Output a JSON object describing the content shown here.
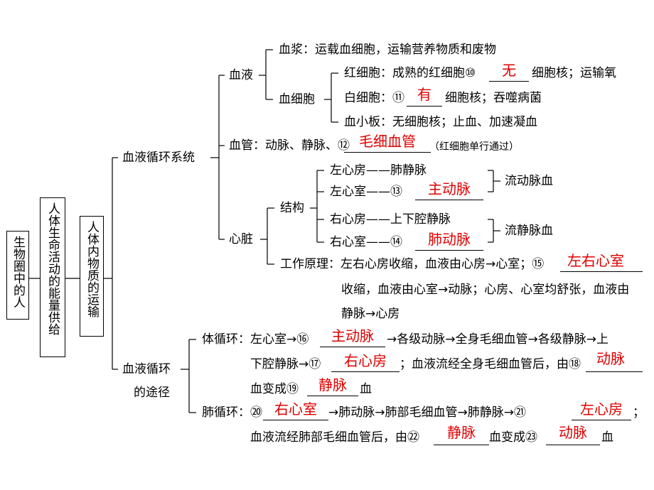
{
  "boxes": {
    "b1": "生物圈中的人",
    "b2": "人体生命活动的能量供给",
    "b3": "人体内物质的运输"
  },
  "level1": {
    "system": "血液循环系统",
    "route_l1": "血液循环",
    "route_l2": "的途径"
  },
  "blood": {
    "label": "血液",
    "plasma": "血浆：运载血细胞，运输营养物质和废物",
    "cells_label": "血细胞",
    "rbc_pre": "红细胞：成熟的红细胞⑩",
    "rbc_ans": "无",
    "rbc_post": "细胞核；运输氧",
    "wbc_pre": "白细胞：⑪",
    "wbc_ans": "有",
    "wbc_post": "细胞核；吞噬病菌",
    "platelet": "血小板：无细胞核；止血、加速凝血"
  },
  "vessel": {
    "pre": "血管：动脉、静脉、⑫",
    "ans": "毛细血管",
    "post": "（红细胞单行通过）"
  },
  "heart": {
    "label": "心脏",
    "structure": "结构",
    "la": "左心房——肺静脉",
    "lv_pre": "左心室——⑬",
    "lv_ans": "主动脉",
    "ra": "右心房——上下腔静脉",
    "rv_pre": "右心室——⑭",
    "rv_ans": "肺动脉",
    "arterial": "流动脉血",
    "venous": "流静脉血",
    "work_pre": "工作原理：左右心房收缩，血液由心房→心室；⑮",
    "work_ans": "左右心室",
    "work_l2": "收缩，血液由心室→动脉；心房、心室均舒张，血液由",
    "work_l3": "静脉→心房"
  },
  "systemic": {
    "pre": "体循环：左心室→⑯",
    "a16": "主动脉",
    "mid": "→各级动脉→全身毛细血管→各级静脉→上",
    "l2_pre": "下腔静脉→⑰",
    "a17": "右心房",
    "l2_mid": "；血液流经全身毛细血管后，由⑱",
    "a18": "动脉",
    "l3_pre": "血变成⑲",
    "a19": "静脉",
    "l3_post": "血"
  },
  "pulmonary": {
    "pre": "肺循环：⑳",
    "a20": "右心室",
    "mid": "→肺动脉→肺部毛细血管→肺静脉→㉑",
    "a21": "左心房",
    "end": "；",
    "l2_pre": "血液流经肺部毛细血管后，由㉒",
    "a22": "静脉",
    "l2_mid": "血变成㉓",
    "a23": "动脉",
    "l2_post": "血"
  },
  "colors": {
    "answer": "#e00000",
    "text": "#000000"
  }
}
